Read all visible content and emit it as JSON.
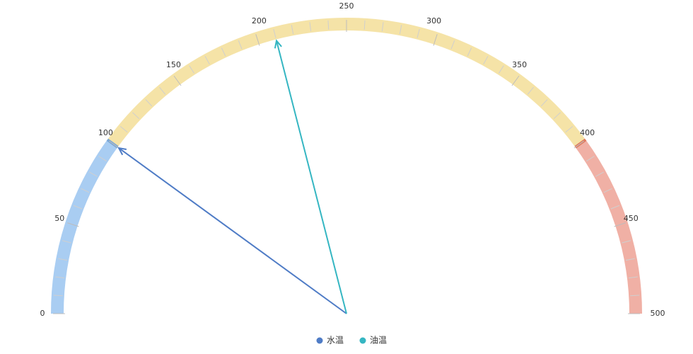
{
  "chart_data": {
    "type": "gauge",
    "axis": {
      "min": 0,
      "max": 500,
      "tick_labels": [
        "0",
        "50",
        "100",
        "150",
        "200",
        "250",
        "300",
        "350",
        "400",
        "450",
        "500"
      ]
    },
    "bands": [
      {
        "from": 0,
        "to": 100,
        "color": "#a9cdf2"
      },
      {
        "from": 100,
        "to": 400,
        "color": "#f5e3a7"
      },
      {
        "from": 400,
        "to": 500,
        "color": "#f0b0a5"
      }
    ],
    "band_markers": [
      {
        "value": 100,
        "color": "#7aa7d6"
      },
      {
        "value": 400,
        "color": "#e07a5f"
      }
    ],
    "series": [
      {
        "name": "水温",
        "value": 100,
        "color": "#4f7cc6"
      },
      {
        "name": "油温",
        "value": 210,
        "color": "#35b6c2"
      }
    ],
    "legend": {
      "placement": "bottom-center"
    }
  }
}
